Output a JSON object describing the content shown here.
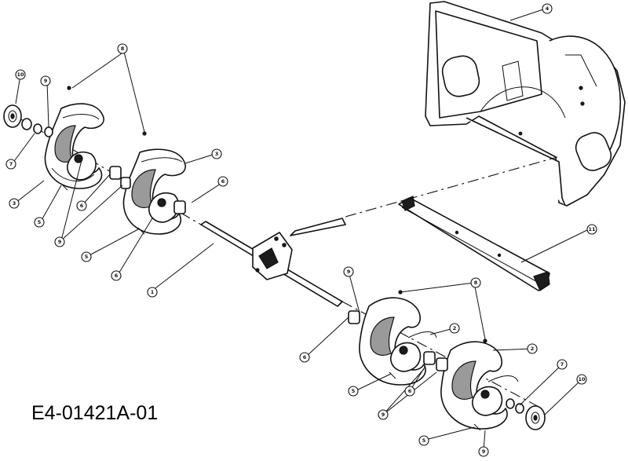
{
  "diagram": {
    "code": "E4-01421A-01",
    "callouts": [
      "1",
      "2",
      "2",
      "3",
      "3",
      "4",
      "5",
      "5",
      "5",
      "5",
      "6",
      "6",
      "6",
      "6",
      "7",
      "7",
      "8",
      "8",
      "9",
      "9",
      "9",
      "9",
      "10",
      "10",
      "11"
    ]
  }
}
